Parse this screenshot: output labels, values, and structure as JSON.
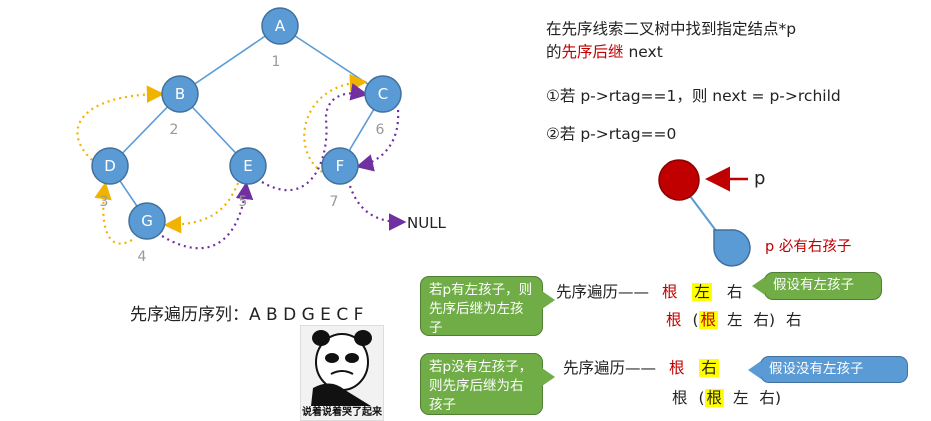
{
  "tree": {
    "nodes": [
      {
        "id": "A",
        "label": "A",
        "order": "1"
      },
      {
        "id": "B",
        "label": "B",
        "order": "2"
      },
      {
        "id": "C",
        "label": "C",
        "order": "6"
      },
      {
        "id": "D",
        "label": "D",
        "order": "3"
      },
      {
        "id": "E",
        "label": "E",
        "order": "5"
      },
      {
        "id": "F",
        "label": "F",
        "order": "7"
      },
      {
        "id": "G",
        "label": "G",
        "order": "4"
      }
    ],
    "null_label": "NULL",
    "colors": {
      "node_fill": "#5b9bd5",
      "node_stroke": "#41719c",
      "edge": "#5b9bd5",
      "left_thread": "#f0b400",
      "right_thread": "#7030a0",
      "order_text": "#999999"
    }
  },
  "sequence": {
    "label": "先序遍历序列：",
    "value": "A B D G E C F"
  },
  "title": {
    "line1": "在先序线索二叉树中找到指定结点*p",
    "line2_prefix": "的",
    "line2_highlight": "先序后继",
    "line2_suffix": " next"
  },
  "rule1": "①若 p->rtag==1，则 next = p->rchild",
  "rule2": "②若 p->rtag==0",
  "diagram": {
    "p_label": "p",
    "child_label": "p 必有右孩子",
    "colors": {
      "node": "#c00000",
      "child": "#5b9bd5",
      "arrow": "#c00000",
      "line": "#5b9bd5"
    }
  },
  "case1": {
    "bubble": "若p有左孩子，则先序后继为左孩子",
    "prefix": "先序遍历——",
    "root": "根",
    "left": "左",
    "right": "右",
    "row2_root": "根",
    "row2_open": "(",
    "row2_hl": "根",
    "row2_left": "左",
    "row2_right": "右",
    "row2_close": ")",
    "row2_tail": "右",
    "note": "假设有左孩子"
  },
  "case2": {
    "bubble": "若p没有左孩子，则先序后继为右孩子",
    "prefix": "先序遍历——",
    "root": "根",
    "right": "右",
    "row2_root": "根",
    "row2_open": "(",
    "row2_hl": "根",
    "row2_left": "左",
    "row2_right": "右",
    "row2_close": ")",
    "note": "假设没有左孩子"
  },
  "meme": {
    "caption": "说着说着哭了起来"
  }
}
